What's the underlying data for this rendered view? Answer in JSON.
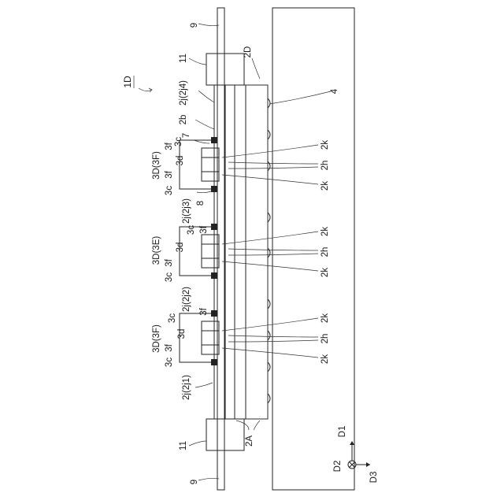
{
  "figure": {
    "id_label": "1D",
    "top_callout": "2D",
    "labels": {
      "l9_top": "9",
      "l9_bot": "9",
      "l11_top": "11",
      "l11_bot": "11",
      "l4": "4",
      "l2j4": "2j(2j4)",
      "l2b": "2b",
      "l7": "7",
      "l3D3F_top": "3D(3F)",
      "l3f_a1": "3f",
      "l3c_a1": "3c",
      "l3d_a": "3d",
      "l3f_a2": "3f",
      "l3c_a2": "3c",
      "l8": "8",
      "l2j3": "2j(2j3)",
      "l3D3E": "3D(3E)",
      "l3f_b1": "3f",
      "l3c_b1": "3c",
      "l3d_b": "3d",
      "l3f_b2": "3f",
      "l3c_b2": "3c",
      "l2j2": "2j(2j2)",
      "l3D3F_bot": "3D(3F)",
      "l3f_c1": "3f",
      "l3c_c1": "3c",
      "l3d_c": "3d",
      "l3f_c2": "3f",
      "l3c_c2": "3c",
      "l2j1": "2j(2j1)",
      "l2A": "2A",
      "k_a1": "2k",
      "h_a": "2h",
      "k_a2": "2k",
      "k_b1": "2k",
      "h_b": "2h",
      "k_b2": "2k",
      "k_c1": "2k",
      "h_c": "2h",
      "k_c2": "2k"
    },
    "axes": {
      "d1": "D1",
      "d2": "D2",
      "d3": "D3"
    }
  }
}
